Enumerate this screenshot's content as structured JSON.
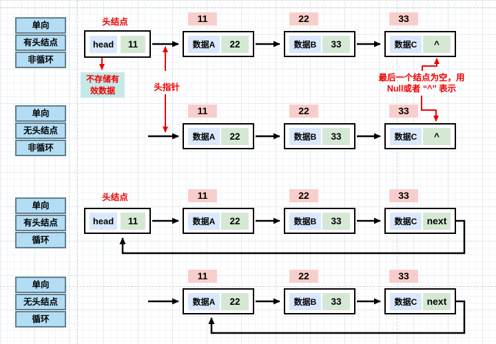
{
  "colors": {
    "node_border": "#000000",
    "data_cell_bg": "#dae8fc",
    "next_cell_bg": "#d5e8d4",
    "address_label_bg": "#f8cecc",
    "side_box_bg": "#b3ddf4",
    "side_box_border": "#5f7d8c",
    "annotation_bg": "#c7e8e8",
    "accent_red": "#ee0000"
  },
  "rows": [
    {
      "side_labels": [
        "单向",
        "有头结点",
        "非循环"
      ],
      "head_caption": "头结点",
      "head": {
        "data": "head",
        "next": "11"
      },
      "nodes": [
        {
          "label": "11",
          "data": "数据A",
          "next": "22"
        },
        {
          "label": "22",
          "data": "数据B",
          "next": "33"
        },
        {
          "label": "33",
          "data": "数据C",
          "next": "^"
        }
      ]
    },
    {
      "side_labels": [
        "单向",
        "无头结点",
        "非循环"
      ],
      "nodes": [
        {
          "label": "11",
          "data": "数据A",
          "next": "22"
        },
        {
          "label": "22",
          "data": "数据B",
          "next": "33"
        },
        {
          "label": "33",
          "data": "数据C",
          "next": "^"
        }
      ]
    },
    {
      "side_labels": [
        "单向",
        "有头结点",
        "循环"
      ],
      "head_caption": "头结点",
      "head": {
        "data": "head",
        "next": "11"
      },
      "nodes": [
        {
          "label": "11",
          "data": "数据A",
          "next": "22"
        },
        {
          "label": "22",
          "data": "数据B",
          "next": "33"
        },
        {
          "label": "33",
          "data": "数据C",
          "next": "next"
        }
      ]
    },
    {
      "side_labels": [
        "单向",
        "无头结点",
        "循环"
      ],
      "nodes": [
        {
          "label": "11",
          "data": "数据A",
          "next": "22"
        },
        {
          "label": "22",
          "data": "数据B",
          "next": "33"
        },
        {
          "label": "33",
          "data": "数据C",
          "next": "next"
        }
      ]
    }
  ],
  "annotations": {
    "head_pointer": "头指针",
    "no_valid_data": [
      "不存储有",
      "效数据"
    ],
    "null_note": [
      "最后一个结点为空，用",
      "Null或者 “^” 表示"
    ]
  }
}
